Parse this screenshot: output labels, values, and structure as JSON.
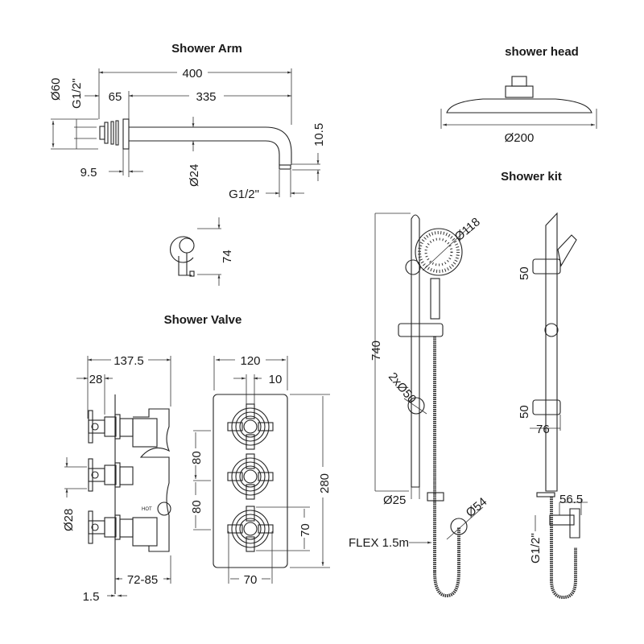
{
  "sections": {
    "shower_arm": {
      "title": "Shower Arm",
      "dims": {
        "length": "400",
        "flange": "65",
        "arm": "335",
        "dia_flange": "Ø60",
        "thread_in": "G1/2\"",
        "flange_thk": "9.5",
        "dia_arm": "Ø24",
        "drop": "10.5",
        "thread_out": "G1/2\""
      }
    },
    "shower_head": {
      "title": "shower head",
      "dims": {
        "diameter": "Ø200"
      }
    },
    "wall_outlet": {
      "dims": {
        "height": "74"
      }
    },
    "shower_valve": {
      "title": "Shower Valve",
      "dims": {
        "depth": "137.5",
        "handle": "28",
        "dia_handle": "Ø28",
        "install": "72-85",
        "plate_thk": "1.5",
        "width": "120",
        "offset": "10",
        "spacing1": "80",
        "spacing2": "80",
        "height": "280",
        "handle_h": "70",
        "handle_w": "70"
      },
      "hot_label": "HOT"
    },
    "shower_kit": {
      "title": "Shower kit",
      "dims": {
        "rail_length": "740",
        "dia_head": "Ø118",
        "dia_brackets": "2xØ50",
        "dia_rail": "Ø25",
        "dia_outlet": "Ø54",
        "flex": "FLEX 1.5m",
        "bracket1": "50",
        "bracket2": "50",
        "bracket_depth": "76",
        "outlet_depth": "56.5",
        "thread": "G1/2\""
      }
    }
  }
}
